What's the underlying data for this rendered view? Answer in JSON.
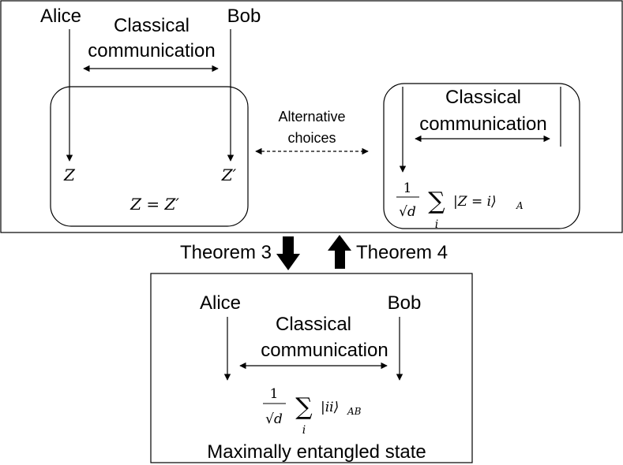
{
  "top_panel": {
    "left": {
      "alice_label": "Alice",
      "bob_label": "Bob",
      "comm_line1": "Classical",
      "comm_line2": "communication",
      "z_left": "Z",
      "z_right": "Z′",
      "equation": "Z = Z′"
    },
    "middle": {
      "line1": "Alternative",
      "line2": "choices"
    },
    "right": {
      "comm_line1": "Classical",
      "comm_line2": "communication",
      "frac_num": "1",
      "frac_den": "√d",
      "sum": "∑",
      "sum_index": "i",
      "ket": "|Z = i⟩",
      "ket_sub": "A"
    }
  },
  "theorem3_label": "Theorem 3",
  "theorem4_label": "Theorem 4",
  "bottom_panel": {
    "alice_label": "Alice",
    "bob_label": "Bob",
    "comm_line1": "Classical",
    "comm_line2": "communication",
    "frac_num": "1",
    "frac_den": "√d",
    "sum": "∑",
    "sum_index": "i",
    "ket": "|ii⟩",
    "ket_sub": "AB",
    "caption": "Maximally entangled state"
  }
}
